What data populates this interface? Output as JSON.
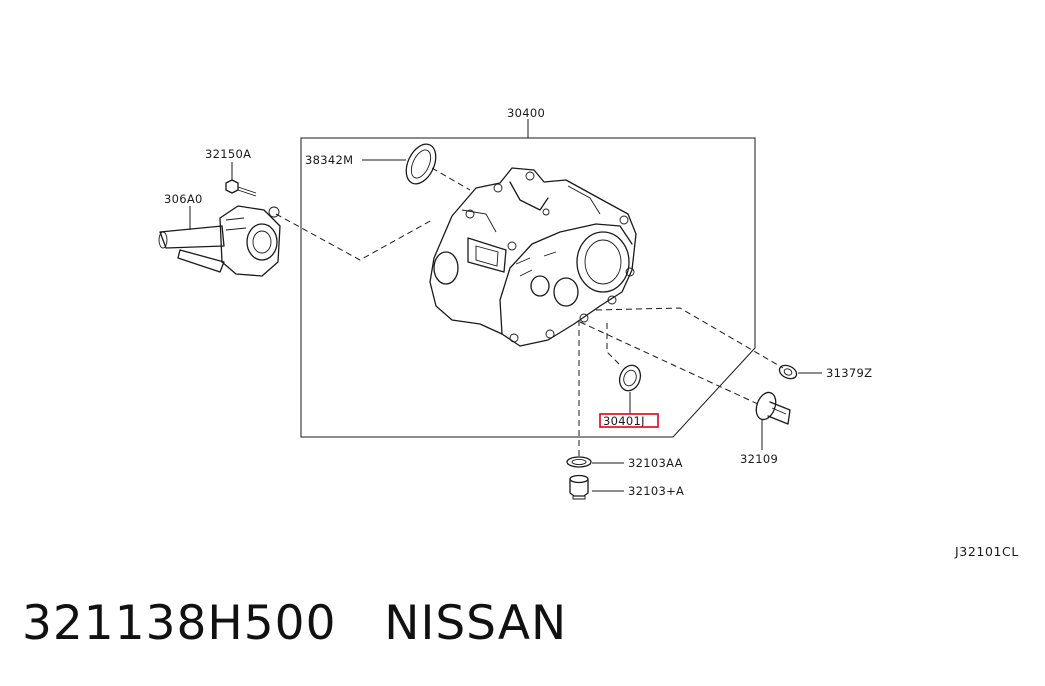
{
  "callouts": {
    "c30400": "30400",
    "c38342m": "38342M",
    "c32150a": "32150A",
    "c306a0": "306A0",
    "c31379z": "31379Z",
    "c30401j": "30401J",
    "c32109": "32109",
    "c32103aa": "32103AA",
    "c32103a": "32103+A"
  },
  "highlighted_part": "30401J",
  "highlight_color": "#e0001b",
  "diagram_code": "J32101CL",
  "caption": {
    "part_number": "321138H500",
    "brand": "NISSAN"
  }
}
